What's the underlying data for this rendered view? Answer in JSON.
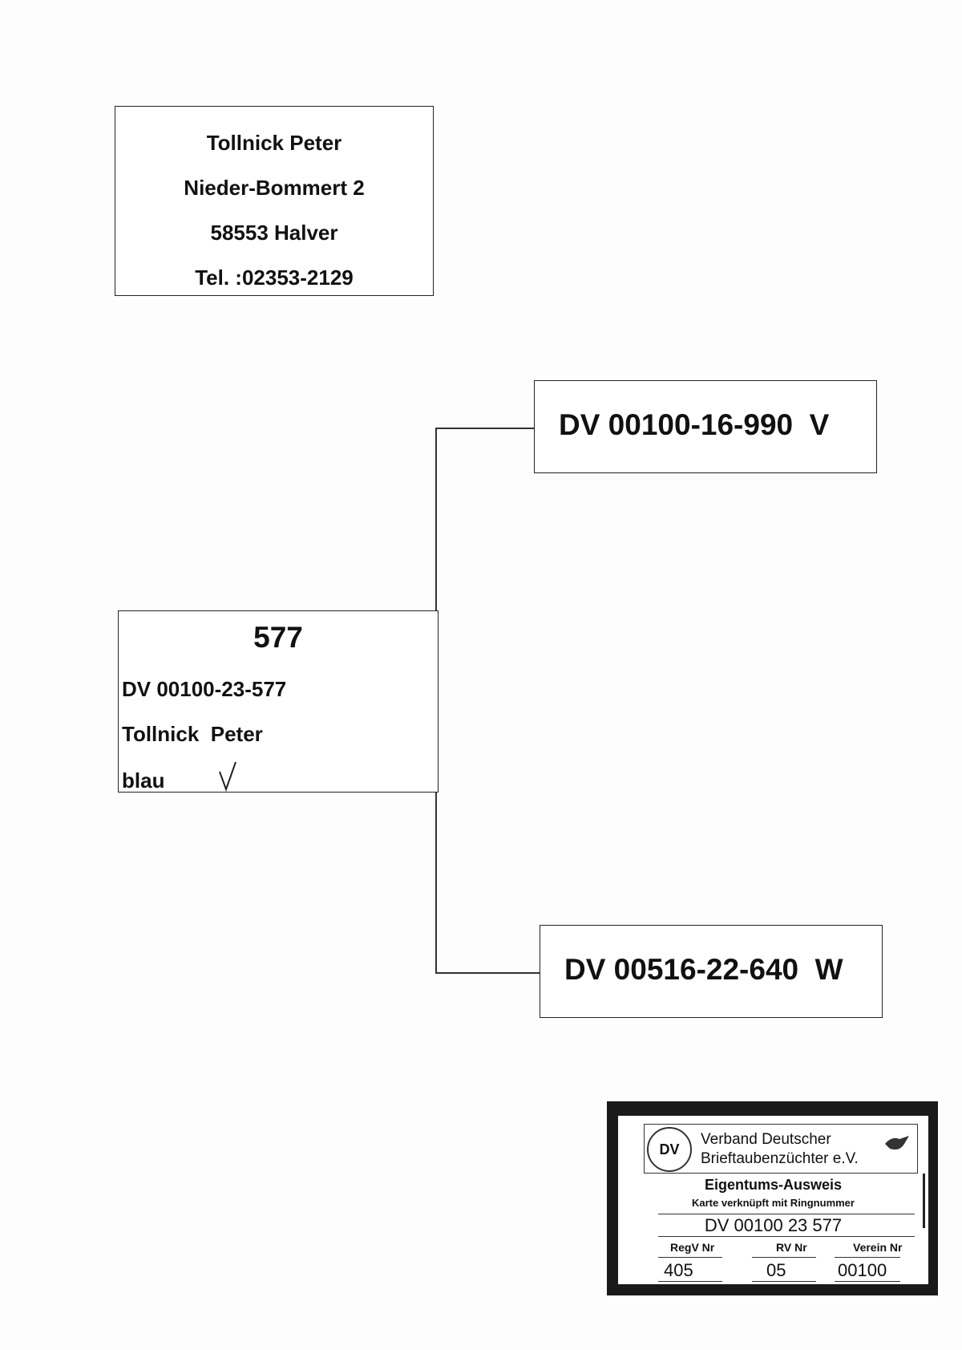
{
  "owner": {
    "name": "Tollnick  Peter",
    "street": "Nieder-Bommert 2",
    "city": "58553  Halver",
    "phone": "Tel. :02353-2129"
  },
  "pigeon": {
    "short": "577",
    "ring": "DV 00100-23-577",
    "owner": "Tollnick  Peter",
    "color": "blau"
  },
  "father": {
    "ring": "DV 00100-16-990  V"
  },
  "mother": {
    "ring": "DV 00516-22-640  W"
  },
  "card": {
    "org_line1": "Verband Deutscher",
    "org_line2": "Brieftaubenzüchter e.V.",
    "seal_text": "DV",
    "title": "Eigentums-Ausweis",
    "subtitle": "Karte verknüpft mit Ringnummer",
    "ring": "DV 00100 23 577",
    "regv_label": "RegV Nr",
    "regv": "405",
    "rv_label": "RV Nr",
    "rv": "05",
    "verein_label": "Verein Nr",
    "verein": "00100"
  }
}
